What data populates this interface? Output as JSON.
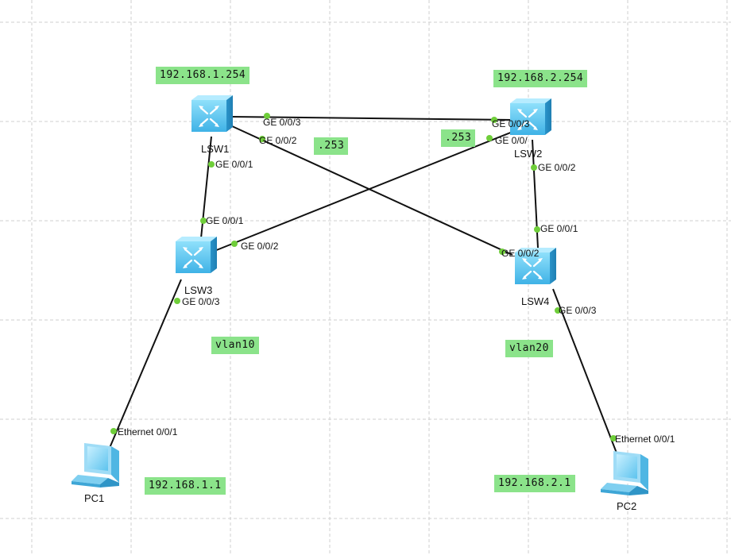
{
  "colors": {
    "note_bg": "#8be38a",
    "port_dot": "#6fce3a",
    "link": "#111111",
    "grid": "#cfcfcf",
    "switch": "#57c6f0",
    "pc": "#7fd0f2"
  },
  "devices": {
    "lsw1": {
      "name": "LSW1",
      "icon": "switch-icon"
    },
    "lsw2": {
      "name": "LSW2",
      "icon": "switch-icon"
    },
    "lsw3": {
      "name": "LSW3",
      "icon": "switch-icon"
    },
    "lsw4": {
      "name": "LSW4",
      "icon": "switch-icon"
    },
    "pc1": {
      "name": "PC1",
      "icon": "pc-icon"
    },
    "pc2": {
      "name": "PC2",
      "icon": "pc-icon"
    }
  },
  "ports": {
    "lsw1_ge003": "GE 0/0/3",
    "lsw1_ge002": "GE 0/0/2",
    "lsw1_ge001": "GE 0/0/1",
    "lsw2_ge003": "GE 0/0/3",
    "lsw2_ge001": "GE 0/0/",
    "lsw2_ge002": "GE 0/0/2",
    "lsw3_ge001": "GE 0/0/1",
    "lsw3_ge002": "GE 0/0/2",
    "lsw3_ge003": "GE 0/0/3",
    "lsw4_ge001": "GE 0/0/1",
    "lsw4_ge002": "GE 0/0/2",
    "lsw4_ge003": "GE 0/0/3",
    "pc1_eth": "Ethernet 0/0/1",
    "pc2_eth": "Ethernet 0/0/1"
  },
  "notes": {
    "lsw1_ip": "192.168.1.254",
    "lsw2_ip": "192.168.2.254",
    "lsw1_253": ".253",
    "lsw2_253": ".253",
    "vlan10": "vlan10",
    "vlan20": "vlan20",
    "pc1_ip": "192.168.1.1",
    "pc2_ip": "192.168.2.1"
  }
}
